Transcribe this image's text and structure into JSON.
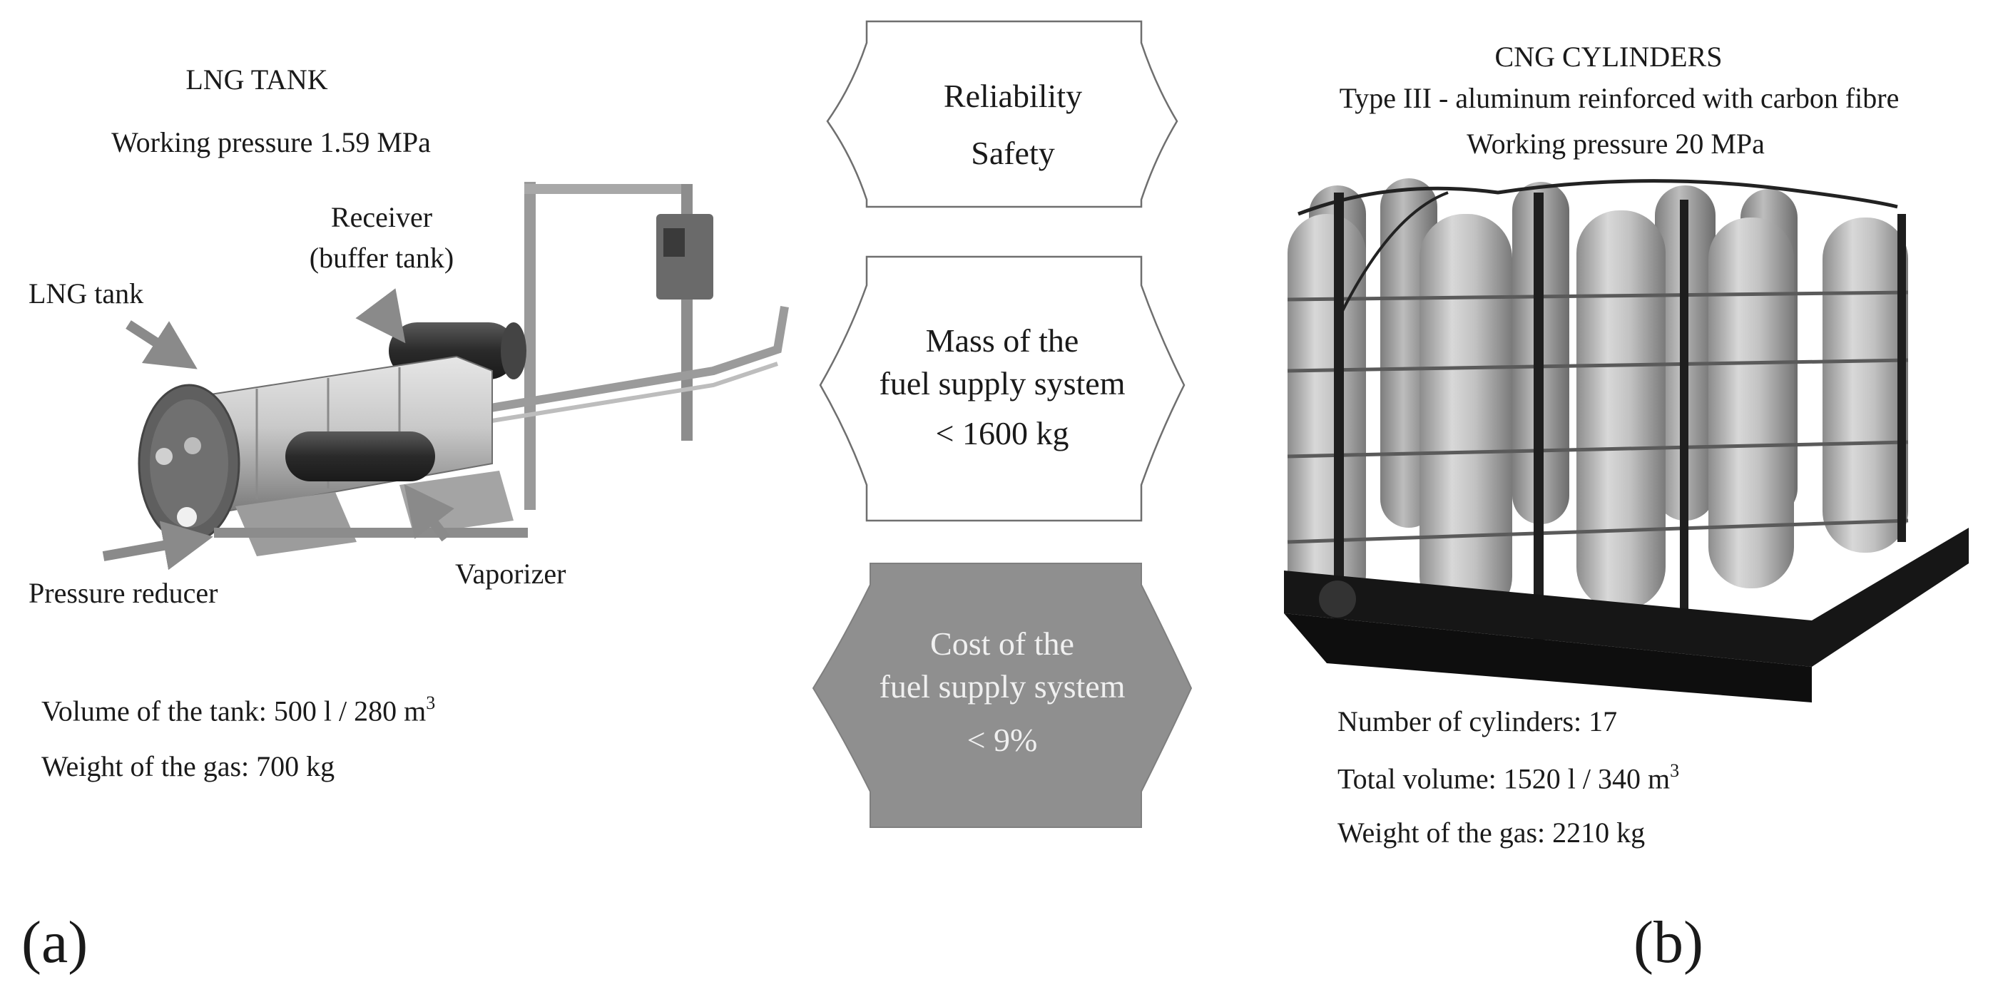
{
  "colors": {
    "background": "#ffffff",
    "text": "#1a1a1a",
    "arrow_stroke": "#6f6f6f",
    "cost_fill": "#8f8f8f",
    "cost_text": "#f2f2f2"
  },
  "panel_a": {
    "title": "LNG TANK",
    "pressure": "Working pressure 1.59 MPa",
    "labels": {
      "receiver_line1": "Receiver",
      "receiver_line2": "(buffer tank)",
      "lng_tank": "LNG tank",
      "pressure_reducer": "Pressure reducer",
      "vaporizer": "Vaporizer"
    },
    "volume_text": "Volume of the tank: 500 l / 280 m",
    "volume_sup": "3",
    "weight_text": "Weight of the gas: 700 kg",
    "panel_label": "(a)"
  },
  "center": {
    "arrow1": {
      "line1": "Reliability",
      "line2": "Safety"
    },
    "arrow2": {
      "line1": "Mass of the",
      "line2": "fuel supply system",
      "line3": "< 1600 kg"
    },
    "arrow3": {
      "line1": "Cost of the",
      "line2": "fuel supply system",
      "line3": "< 9%"
    }
  },
  "panel_b": {
    "title": "CNG CYLINDERS",
    "subtitle": "Type III - aluminum reinforced with carbon fibre",
    "pressure": "Working pressure 20 MPa",
    "cylinders_text": "Number of cylinders: 17",
    "volume_text": "Total volume: 1520 l / 340 m",
    "volume_sup": "3",
    "weight_text": "Weight of the gas: 2210 kg",
    "panel_label": "(b)"
  }
}
